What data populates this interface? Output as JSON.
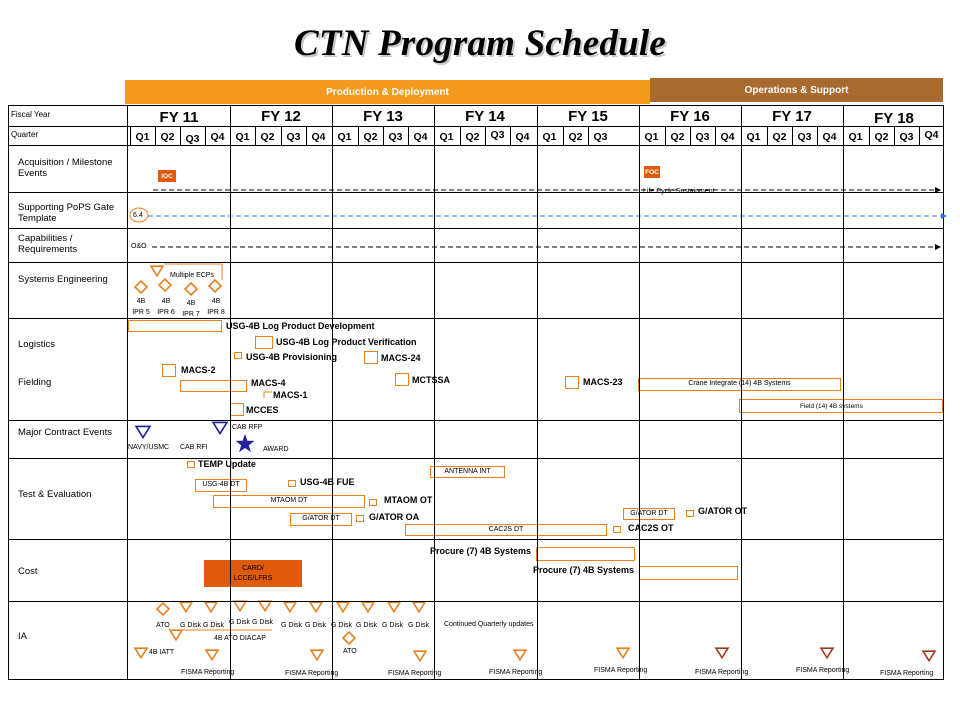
{
  "title": "CTN Program Schedule",
  "phases": {
    "production": "Production & Deployment",
    "operations": "Operations & Support"
  },
  "header": {
    "fiscal_year": "Fiscal Year",
    "quarter": "Quarter"
  },
  "fiscal_years": [
    "FY 11",
    "FY 12",
    "FY 13",
    "FY 14",
    "FY 15",
    "FY 16",
    "FY 17",
    "FY 18"
  ],
  "quarters": [
    "Q1",
    "Q2",
    "Q3",
    "Q4",
    "Q1",
    "Q2",
    "Q3",
    "Q4",
    "Q1",
    "Q2",
    "Q3",
    "Q4",
    "Q1",
    "Q2",
    "Q3",
    "Q4",
    "Q1",
    "Q2",
    "Q3",
    "Q1",
    "Q2",
    "Q3",
    "Q4",
    "Q1",
    "Q2",
    "Q3",
    "Q4",
    "Q1",
    "Q2",
    "Q3",
    "Q4"
  ],
  "rows": {
    "acquisition": "Acquisition / Milestone Events",
    "pops": "Supporting PoPS Gate Template",
    "capabilities": "Capabilities / Requirements",
    "systems_eng": "Systems Engineering",
    "logistics": "Logistics",
    "fielding": "Fielding",
    "contract": "Major Contract Events",
    "test_eval": "Test & Evaluation",
    "cost": "Cost",
    "ia": "IA"
  },
  "acquisition": {
    "ioc": "IOC",
    "foc": "FOC",
    "lifecycle": "Life Cycle Sustainment"
  },
  "pops": {
    "gate": "6.4"
  },
  "capabilities": {
    "oo": "O&O"
  },
  "systems_eng": {
    "multiple_ecps": "Multiple ECPs",
    "ipr": [
      [
        "4B",
        "IPR 5"
      ],
      [
        "4B",
        "IPR 6"
      ],
      [
        "4B",
        "IPR 7"
      ],
      [
        "4B",
        "IPR 8"
      ]
    ]
  },
  "logistics": {
    "dev": "USG-4B Log Product Development",
    "verif": "USG-4B Log Product Verification",
    "prov": "USG-4B Provisioning"
  },
  "fielding": {
    "macs24": "MACS-24",
    "macs2": "MACS-2",
    "mctssa": "MCTSSA",
    "macs23": "MACS-23",
    "macs4": "MACS-4",
    "macs1": "MACS-1",
    "mcces": "MCCES",
    "crane": "Crane Integrate (14) 4B Systems",
    "field": "Field (14) 4B systems"
  },
  "contract": {
    "navy": "NAVY/USMC",
    "cab_rfi": "CAB RFI",
    "cab_rfp": "CAB RFP",
    "award": "AWARD"
  },
  "test_eval": {
    "temp": "TEMP Update",
    "antenna": "ANTENNA INT",
    "usg_dt": "USG-4B DT",
    "usg_fue": "USG-4B FUE",
    "mtaom_dt": "MTAOM DT",
    "mtaom_ot": "MTAOM OT",
    "gator_dt1": "G/ATOR DT",
    "gator_oa": "G/ATOR OA",
    "gator_dt2": "G/ATOR DT",
    "gator_ot": "G/ATOR OT",
    "cac2s_dt": "CAC2S DT",
    "cac2s_ot": "CAC2S OT"
  },
  "cost": {
    "procure1": "Procure (7) 4B Systems",
    "procure2": "Procure (7) 4B Systems",
    "card": "CARD/\nLCCE/LFRS"
  },
  "ia": {
    "ato1": "ATO",
    "ato2": "ATO",
    "gdisk": "G Disk",
    "continued": "Continued Quarterly updates",
    "diacap": "4B ATO DIACAP",
    "iatt": "4B IATT",
    "fisma": "FISMA Reporting"
  },
  "colors": {
    "orange": "#F39A1E",
    "brown": "#A86A2E",
    "marker": "#E8811D",
    "dark_marker": "#9E3A1C",
    "navy": "#1F1FA0",
    "blue_dash": "#2E6BE6",
    "box_fill": "#E05A0C"
  }
}
